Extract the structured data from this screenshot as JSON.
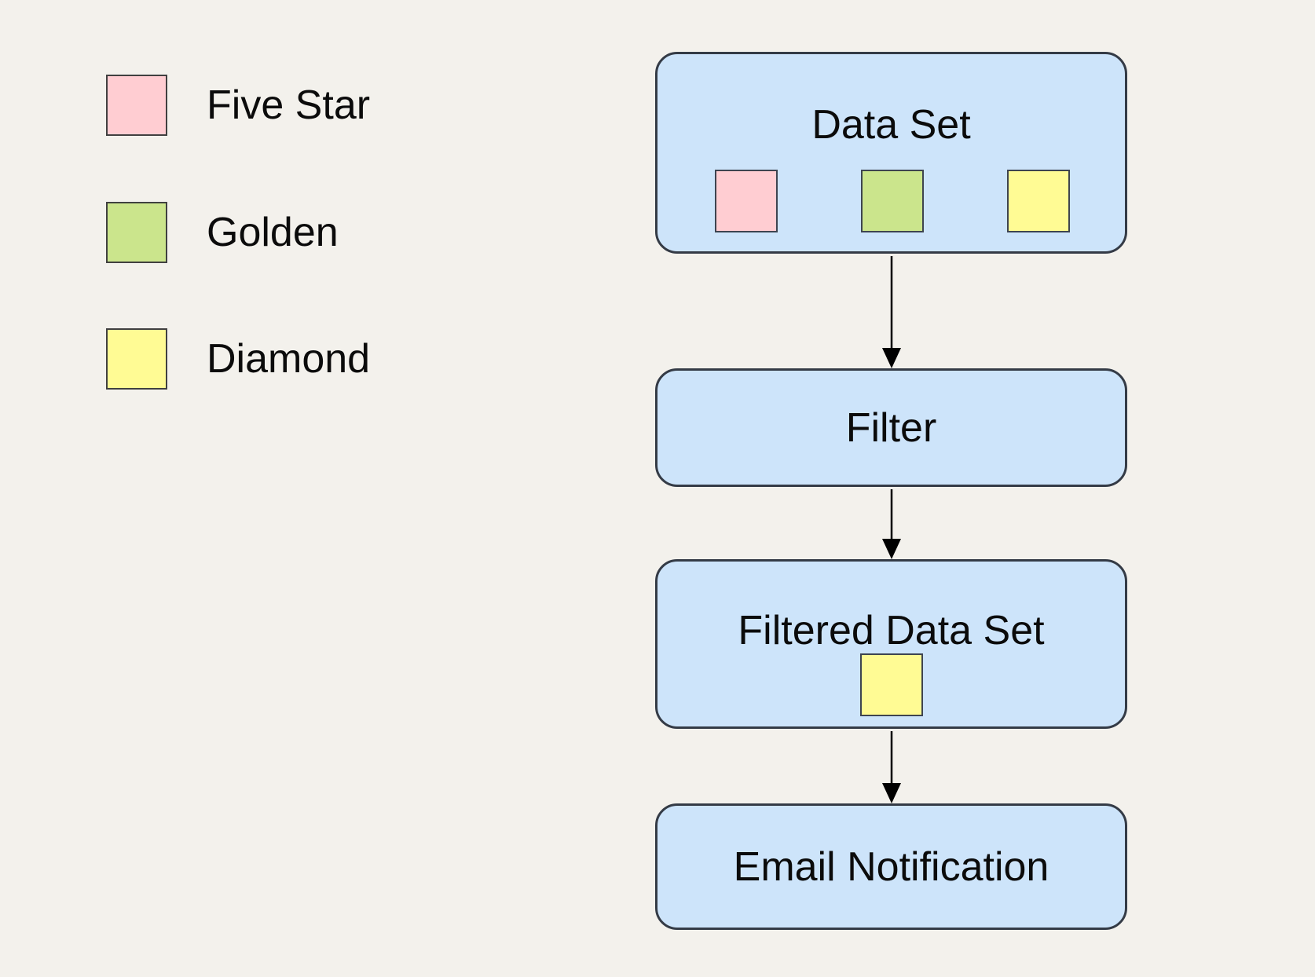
{
  "canvas": {
    "background": "#f3f1ec"
  },
  "legend": {
    "items": [
      {
        "id": "five-star",
        "label": "Five Star",
        "color": "#ffcdd2"
      },
      {
        "id": "golden",
        "label": "Golden",
        "color": "#cbe58c"
      },
      {
        "id": "diamond",
        "label": "Diamond",
        "color": "#fffb94"
      }
    ]
  },
  "flow": {
    "box_fill": "#cde4fa",
    "box_border": "#343b46",
    "arrow_color": "#000000",
    "nodes": [
      {
        "id": "data-set",
        "label": "Data Set",
        "swatches": [
          "five-star",
          "golden",
          "diamond"
        ]
      },
      {
        "id": "filter",
        "label": "Filter",
        "swatches": []
      },
      {
        "id": "filtered-data-set",
        "label": "Filtered Data Set",
        "swatches": [
          "diamond"
        ]
      },
      {
        "id": "email-notification",
        "label": "Email Notification",
        "swatches": []
      }
    ],
    "edges": [
      {
        "from": "data-set",
        "to": "filter"
      },
      {
        "from": "filter",
        "to": "filtered-data-set"
      },
      {
        "from": "filtered-data-set",
        "to": "email-notification"
      }
    ]
  }
}
